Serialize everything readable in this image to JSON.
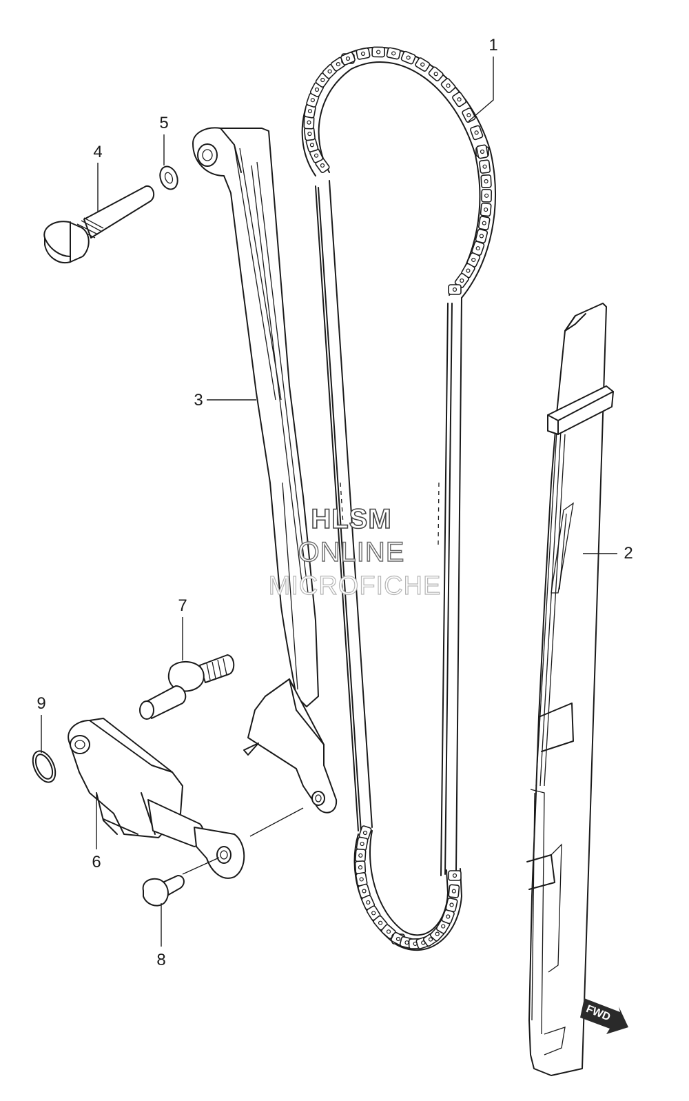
{
  "diagram": {
    "parts": [
      {
        "ref": "1",
        "name": "cam-chain"
      },
      {
        "ref": "2",
        "name": "chain-guide"
      },
      {
        "ref": "3",
        "name": "chain-tensioner-slipper"
      },
      {
        "ref": "4",
        "name": "bolt"
      },
      {
        "ref": "5",
        "name": "washer"
      },
      {
        "ref": "6",
        "name": "chain-tensioner"
      },
      {
        "ref": "7",
        "name": "stud-bolt"
      },
      {
        "ref": "8",
        "name": "bolt"
      },
      {
        "ref": "9",
        "name": "circlip"
      }
    ],
    "watermark": {
      "line1": "HLSM",
      "line2": "ONLINE",
      "line3": "MICROFICHE"
    },
    "direction_badge": "FWD"
  }
}
